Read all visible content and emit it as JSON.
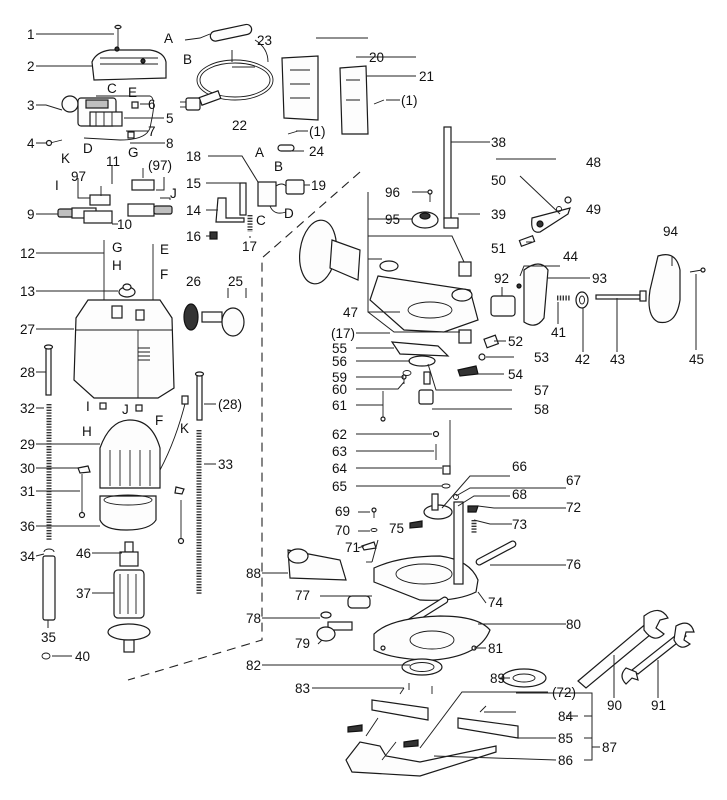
{
  "diagram": {
    "title": "Router exploded parts diagram",
    "labels": [
      {
        "id": "p1",
        "text": "1"
      },
      {
        "id": "p2",
        "text": "2"
      },
      {
        "id": "p3",
        "text": "3"
      },
      {
        "id": "p4",
        "text": "4"
      },
      {
        "id": "p5",
        "text": "5"
      },
      {
        "id": "p6",
        "text": "6"
      },
      {
        "id": "p7",
        "text": "7"
      },
      {
        "id": "p8",
        "text": "8"
      },
      {
        "id": "p9",
        "text": "9"
      },
      {
        "id": "p10",
        "text": "10"
      },
      {
        "id": "p11",
        "text": "11"
      },
      {
        "id": "p97a",
        "text": "97"
      },
      {
        "id": "p97b",
        "text": "(97)"
      },
      {
        "id": "p12",
        "text": "12"
      },
      {
        "id": "p13",
        "text": "13"
      },
      {
        "id": "p14",
        "text": "14"
      },
      {
        "id": "p15",
        "text": "15"
      },
      {
        "id": "p16",
        "text": "16"
      },
      {
        "id": "p17",
        "text": "17"
      },
      {
        "id": "p18",
        "text": "18"
      },
      {
        "id": "p19",
        "text": "19"
      },
      {
        "id": "p20",
        "text": "20"
      },
      {
        "id": "p21",
        "text": "21"
      },
      {
        "id": "p1b",
        "text": "(1)"
      },
      {
        "id": "p1c",
        "text": "(1)"
      },
      {
        "id": "p22",
        "text": "22"
      },
      {
        "id": "p23",
        "text": "23"
      },
      {
        "id": "p24",
        "text": "24"
      },
      {
        "id": "p25",
        "text": "25"
      },
      {
        "id": "p26",
        "text": "26"
      },
      {
        "id": "p27",
        "text": "27"
      },
      {
        "id": "p28",
        "text": "28"
      },
      {
        "id": "p28b",
        "text": "(28)"
      },
      {
        "id": "p29",
        "text": "29"
      },
      {
        "id": "p30",
        "text": "30"
      },
      {
        "id": "p31",
        "text": "31"
      },
      {
        "id": "p32",
        "text": "32"
      },
      {
        "id": "p33",
        "text": "33"
      },
      {
        "id": "p34",
        "text": "34"
      },
      {
        "id": "p35",
        "text": "35"
      },
      {
        "id": "p36",
        "text": "36"
      },
      {
        "id": "p37",
        "text": "37"
      },
      {
        "id": "p38",
        "text": "38"
      },
      {
        "id": "p39",
        "text": "39"
      },
      {
        "id": "p40",
        "text": "40"
      },
      {
        "id": "p41",
        "text": "41"
      },
      {
        "id": "p42",
        "text": "42"
      },
      {
        "id": "p43",
        "text": "43"
      },
      {
        "id": "p44",
        "text": "44"
      },
      {
        "id": "p45",
        "text": "45"
      },
      {
        "id": "p46",
        "text": "46"
      },
      {
        "id": "p47",
        "text": "47"
      },
      {
        "id": "p17b",
        "text": "(17)"
      },
      {
        "id": "p48",
        "text": "48"
      },
      {
        "id": "p49",
        "text": "49"
      },
      {
        "id": "p50",
        "text": "50"
      },
      {
        "id": "p51",
        "text": "51"
      },
      {
        "id": "p52",
        "text": "52"
      },
      {
        "id": "p53",
        "text": "53"
      },
      {
        "id": "p54",
        "text": "54"
      },
      {
        "id": "p55",
        "text": "55"
      },
      {
        "id": "p56",
        "text": "56"
      },
      {
        "id": "p57",
        "text": "57"
      },
      {
        "id": "p58",
        "text": "58"
      },
      {
        "id": "p59",
        "text": "59"
      },
      {
        "id": "p60",
        "text": "60"
      },
      {
        "id": "p61",
        "text": "61"
      },
      {
        "id": "p62",
        "text": "62"
      },
      {
        "id": "p63",
        "text": "63"
      },
      {
        "id": "p64",
        "text": "64"
      },
      {
        "id": "p65",
        "text": "65"
      },
      {
        "id": "p66",
        "text": "66"
      },
      {
        "id": "p67",
        "text": "67"
      },
      {
        "id": "p68",
        "text": "68"
      },
      {
        "id": "p69",
        "text": "69"
      },
      {
        "id": "p70",
        "text": "70"
      },
      {
        "id": "p71",
        "text": "71"
      },
      {
        "id": "p72",
        "text": "72"
      },
      {
        "id": "p73",
        "text": "73"
      },
      {
        "id": "p74",
        "text": "74"
      },
      {
        "id": "p75",
        "text": "75"
      },
      {
        "id": "p76",
        "text": "76"
      },
      {
        "id": "p77",
        "text": "77"
      },
      {
        "id": "p78",
        "text": "78"
      },
      {
        "id": "p79",
        "text": "79"
      },
      {
        "id": "p80",
        "text": "80"
      },
      {
        "id": "p81",
        "text": "81"
      },
      {
        "id": "p82",
        "text": "82"
      },
      {
        "id": "p83",
        "text": "83"
      },
      {
        "id": "p84",
        "text": "84"
      },
      {
        "id": "p85",
        "text": "85"
      },
      {
        "id": "p86",
        "text": "86"
      },
      {
        "id": "p87",
        "text": "87"
      },
      {
        "id": "p72b",
        "text": "(72)"
      },
      {
        "id": "p88",
        "text": "88"
      },
      {
        "id": "p89",
        "text": "89"
      },
      {
        "id": "p90",
        "text": "90"
      },
      {
        "id": "p91",
        "text": "91"
      },
      {
        "id": "p92",
        "text": "92"
      },
      {
        "id": "p93",
        "text": "93"
      },
      {
        "id": "p94",
        "text": "94"
      },
      {
        "id": "p95",
        "text": "95"
      },
      {
        "id": "p96",
        "text": "96"
      }
    ],
    "wire_letters": [
      {
        "id": "wA1",
        "text": "A"
      },
      {
        "id": "wB1",
        "text": "B"
      },
      {
        "id": "wC1",
        "text": "C"
      },
      {
        "id": "wE1",
        "text": "E"
      },
      {
        "id": "wK1",
        "text": "K"
      },
      {
        "id": "wD1",
        "text": "D"
      },
      {
        "id": "wG1",
        "text": "G"
      },
      {
        "id": "wI1",
        "text": "I"
      },
      {
        "id": "wJ1",
        "text": "J"
      },
      {
        "id": "wA2",
        "text": "A"
      },
      {
        "id": "wB2",
        "text": "B"
      },
      {
        "id": "wC2",
        "text": "C"
      },
      {
        "id": "wD2",
        "text": "D"
      },
      {
        "id": "wG2",
        "text": "G"
      },
      {
        "id": "wH2",
        "text": "H"
      },
      {
        "id": "wE2",
        "text": "E"
      },
      {
        "id": "wF2",
        "text": "F"
      },
      {
        "id": "wI3",
        "text": "I"
      },
      {
        "id": "wJ3",
        "text": "J"
      },
      {
        "id": "wH3",
        "text": "H"
      },
      {
        "id": "wF3",
        "text": "F"
      },
      {
        "id": "wK3",
        "text": "K"
      }
    ]
  }
}
